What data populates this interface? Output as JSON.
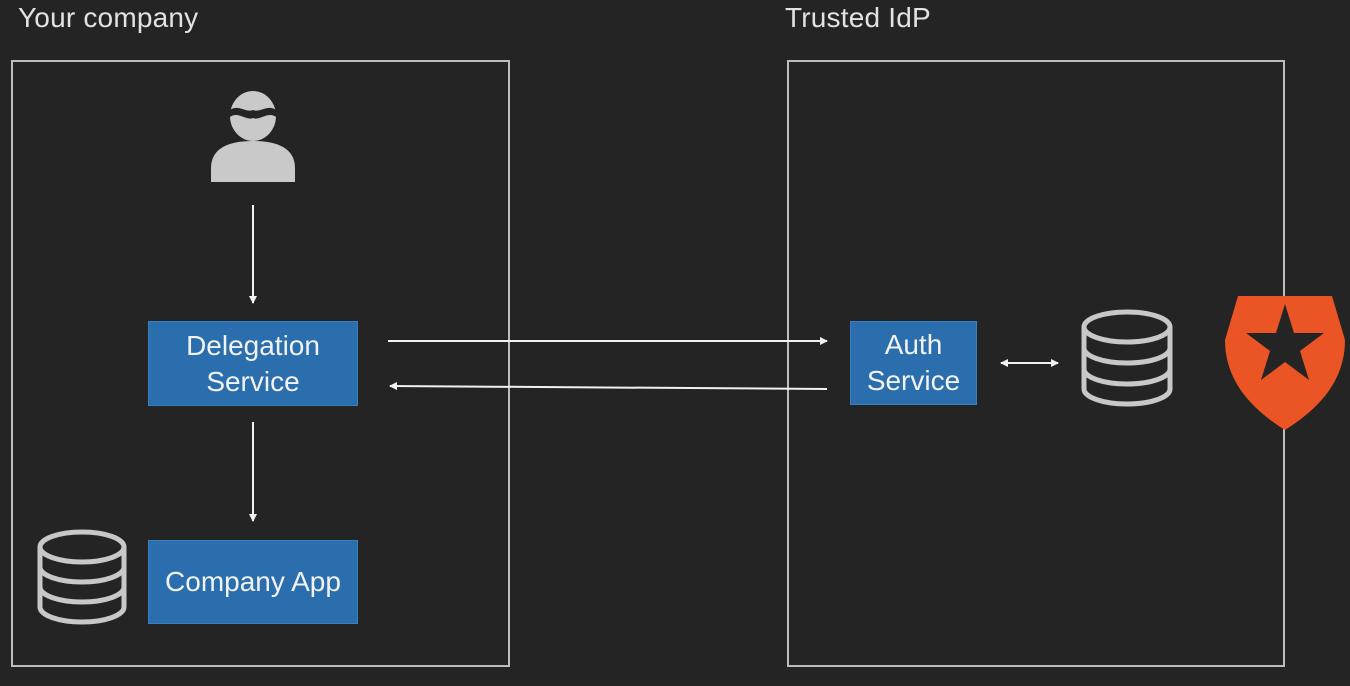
{
  "regions": {
    "left_title": "Your company",
    "right_title": "Trusted IdP"
  },
  "services": {
    "delegation_line1": "Delegation",
    "delegation_line2": "Service",
    "company_app": "Company App",
    "auth_line1": "Auth",
    "auth_line2": "Service"
  },
  "icons": {
    "user": "user-icon",
    "database": "database-icon",
    "logo": "auth0-shield-logo"
  },
  "colors": {
    "background": "#242424",
    "service_box": "#2a6ead",
    "outline": "#bdbdbd",
    "logo": "#eb5424"
  }
}
